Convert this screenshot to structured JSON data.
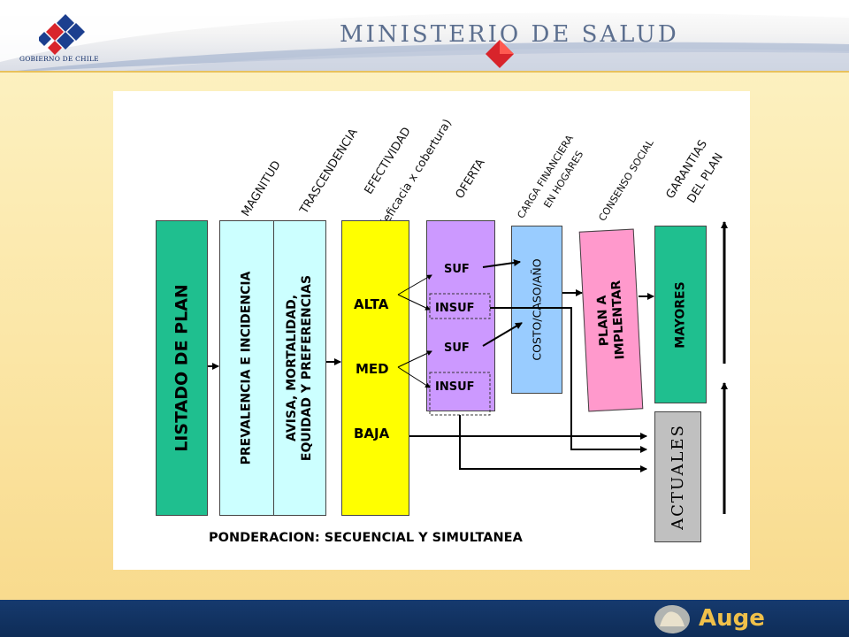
{
  "header": {
    "government_label": "GOBIERNO DE CHILE",
    "ministry_title": "MINISTERIO DE SALUD",
    "logo_icon": "chile-government-logo-icon",
    "diamond_icon": "red-diamond-icon"
  },
  "footer": {
    "brand": "Auge",
    "brand_icon": "hands-icon"
  },
  "diagram": {
    "criteria": {
      "magnitud": "MAGNITUD",
      "trascendencia": "TRASCENDENCIA",
      "efectividad_1": "EFECTIVIDAD",
      "efectividad_2": "(eficacia x cobertura)",
      "oferta": "OFERTA",
      "carga_1": "CARGA FINANCIERA",
      "carga_2": "EN HOGARES",
      "consenso": "CONSENSO SOCIAL",
      "garantias_1": "GARANTIAS",
      "garantias_2": "DEL PLAN"
    },
    "boxes": {
      "listado": "LISTADO DE PLAN",
      "prevalencia": "PREVALENCIA E INCIDENCIA",
      "avisa_1": "AVISA, MORTALIDAD,",
      "avisa_2": "EQUIDAD Y PREFERENCIAS",
      "costo": "COSTO/CASO/AÑO",
      "plan_1": "PLAN A",
      "plan_2": "IMPLENTAR",
      "mayores": "MAYORES",
      "actuales": "ACTUALES"
    },
    "levels": {
      "alta": "ALTA",
      "med": "MED",
      "baja": "BAJA"
    },
    "oferta": {
      "suf_1": "SUF",
      "insuf_1": "INSUF",
      "suf_2": "SUF",
      "insuf_2": "INSUF"
    },
    "ponderacion": "PONDERACION: SECUENCIAL Y SIMULTANEA"
  },
  "colors": {
    "listado": "#1fbf8f",
    "prevalencia": "#ccffff",
    "efectividad": "#ffff00",
    "oferta": "#cc99ff",
    "costo": "#99ccff",
    "plan": "#ff99cc",
    "mayores": "#1fbf8f",
    "actuales": "#c0c0c0",
    "footer": "#0e2c57",
    "accent": "#f0c04a"
  }
}
